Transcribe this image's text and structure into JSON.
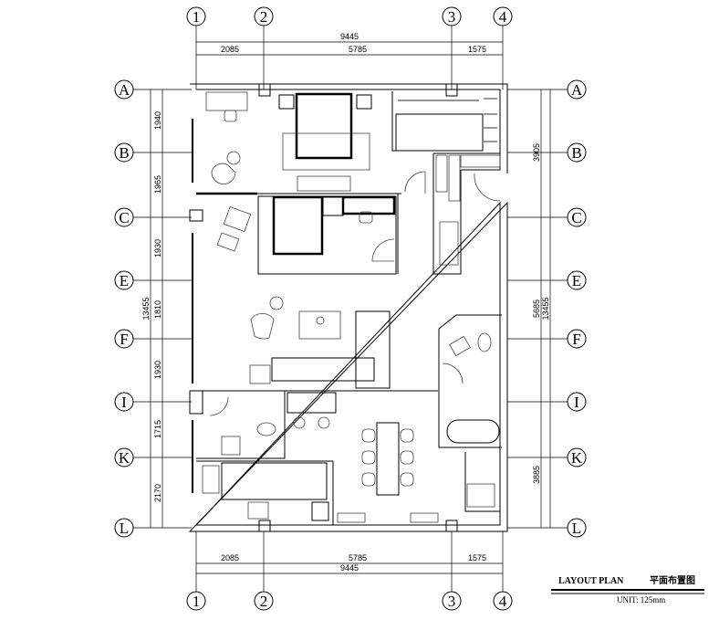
{
  "title": {
    "en": "LAYOUT   PLAN",
    "cn": "平面布置图",
    "unit": "UNIT:  125mm"
  },
  "grid": {
    "columns": [
      "1",
      "2",
      "3",
      "4"
    ],
    "rows": [
      "A",
      "B",
      "C",
      "E",
      "F",
      "I",
      "K",
      "L"
    ]
  },
  "dimensions": {
    "top_total": "9445",
    "top_segments": [
      "2085",
      "5785",
      "1575"
    ],
    "bottom_total": "9445",
    "bottom_segments": [
      "2085",
      "5785",
      "1575"
    ],
    "left_total": "13455",
    "left_segments": [
      "1940",
      "1965",
      "1930",
      "1810",
      "1930",
      "1715",
      "2170"
    ],
    "right_total": "13455",
    "right_segments": [
      "3905",
      "5685",
      "3885"
    ]
  }
}
